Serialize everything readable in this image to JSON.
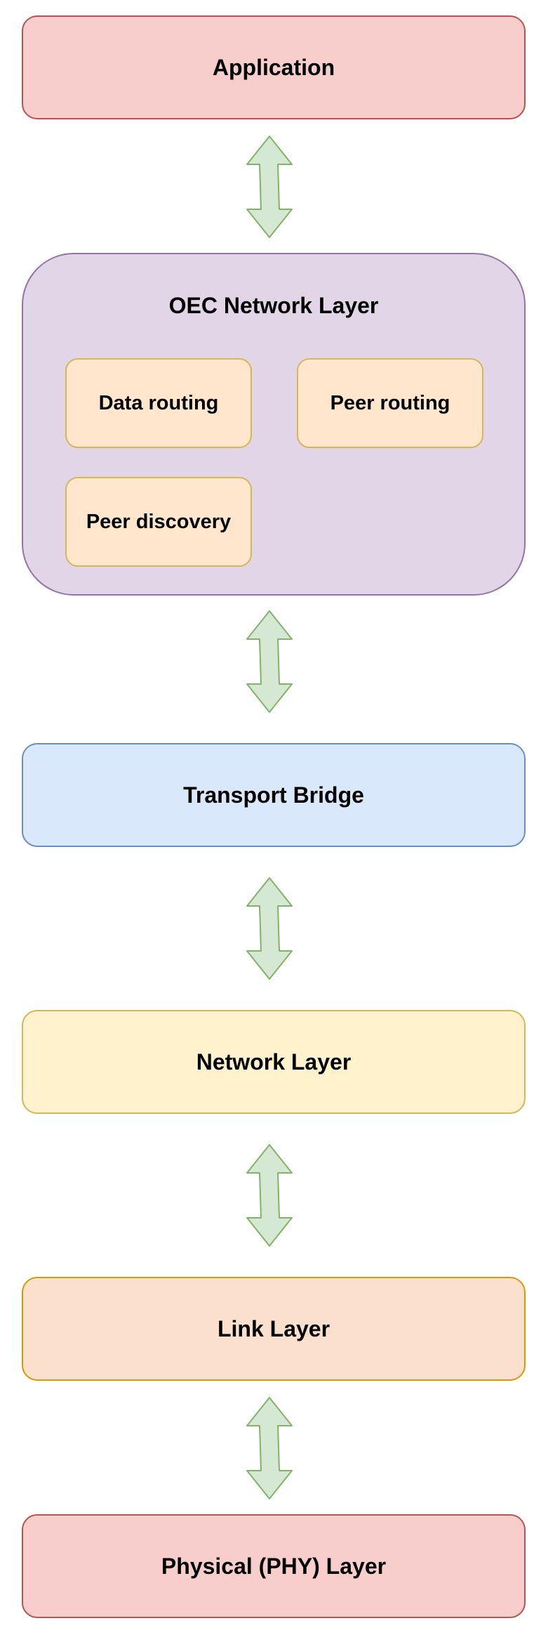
{
  "diagram": {
    "layers": {
      "application": "Application",
      "oec": {
        "title": "OEC Network Layer",
        "components": {
          "data_routing": "Data routing",
          "peer_routing": "Peer routing",
          "peer_discovery": "Peer discovery"
        }
      },
      "transport_bridge": "Transport Bridge",
      "network": "Network Layer",
      "link": "Link Layer",
      "physical": "Physical (PHY) Layer"
    },
    "colors": {
      "red_fill": "#f8cecc",
      "red_stroke": "#b85450",
      "purple_fill": "#e1d5e7",
      "purple_stroke": "#9673a6",
      "blue_fill": "#dae8fc",
      "blue_stroke": "#6c8ebf",
      "yellow_fill": "#fff2cc",
      "yellow_stroke": "#d6b656",
      "orange_fill": "#fae0cd",
      "orange_stroke": "#d79b00",
      "sub_fill": "#ffe6cc",
      "arrow_fill": "#d5e8d4",
      "arrow_stroke": "#82b366"
    }
  }
}
